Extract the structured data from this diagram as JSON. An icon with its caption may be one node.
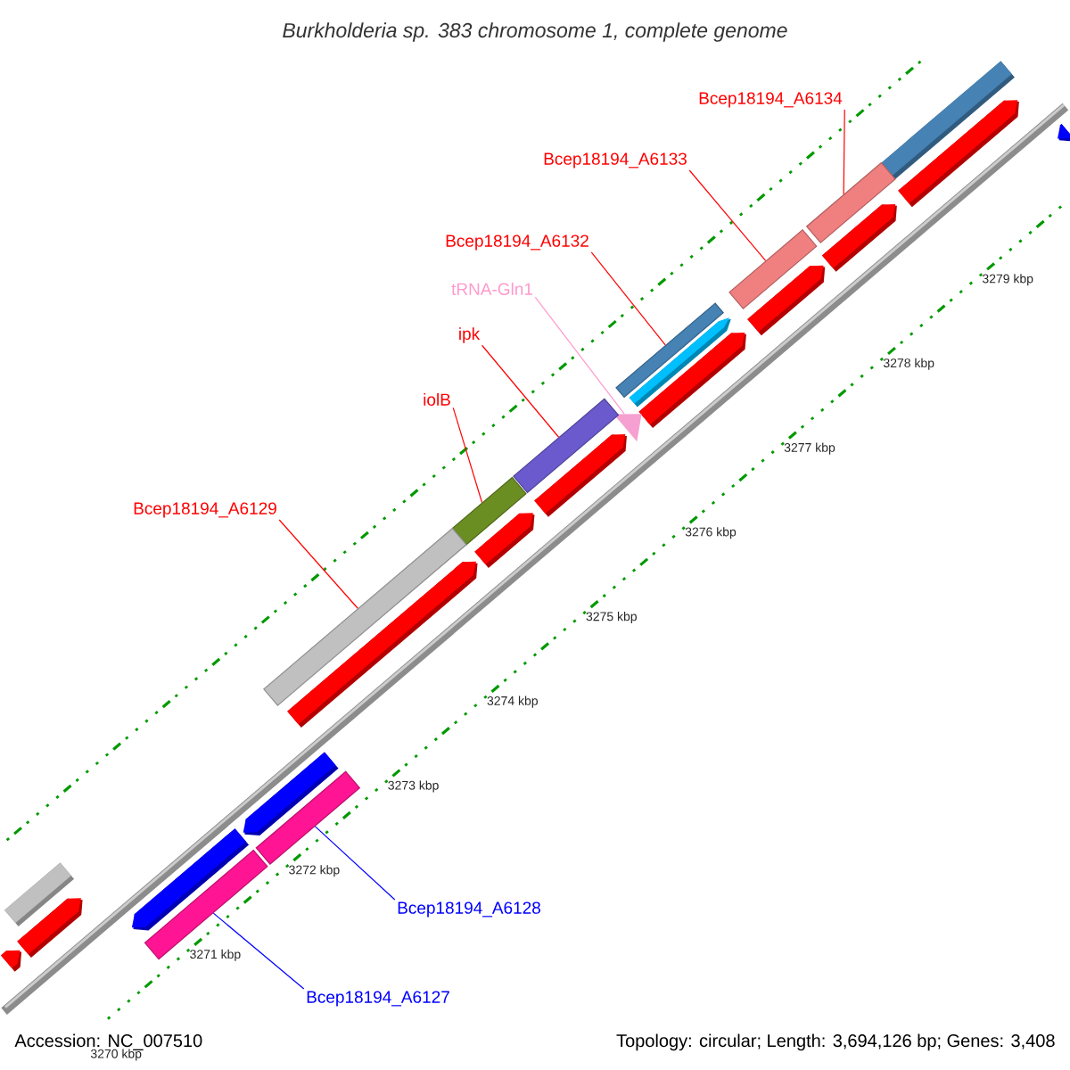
{
  "diagram": {
    "title": "Burkholderia sp. 383 chromosome 1, complete genome",
    "nodes": [
      {
        "text": [
          "Bcep18194_A6134"
        ]
      },
      {
        "text": [
          "Bcep18194_A6133"
        ]
      },
      {
        "text": [
          "Bcep18194_A6132"
        ]
      },
      {
        "text": [
          "tRNA-Gln1"
        ]
      },
      {
        "text": [
          "ipk"
        ]
      },
      {
        "text": [
          "iolB"
        ]
      },
      {
        "text": [
          "Bcep18194_A6129"
        ]
      },
      {
        "text": [
          "Bcep18194_A6128"
        ]
      },
      {
        "text": [
          "Bcep18194_A6127"
        ]
      },
      {
        "text": [],
        "shape": "bar"
      },
      {
        "text": [],
        "shape": "bar"
      },
      {
        "text": [],
        "shape": "bar"
      },
      {
        "text": [],
        "shape": "triangle"
      },
      {
        "text": [],
        "shape": "bar"
      },
      {
        "text": [],
        "shape": "bar"
      },
      {
        "text": [],
        "shape": "bar"
      },
      {
        "text": [],
        "shape": "bar"
      },
      {
        "text": [],
        "shape": "bar"
      }
    ],
    "edges": [
      {
        "from": 0,
        "to": 9,
        "arrow": "none"
      },
      {
        "from": 1,
        "to": 10,
        "arrow": "none"
      },
      {
        "from": 2,
        "to": 11,
        "arrow": "none"
      },
      {
        "from": 3,
        "to": 12,
        "arrow": "none",
        "color": "#ff99cc"
      },
      {
        "from": 4,
        "to": 13,
        "arrow": "none"
      },
      {
        "from": 5,
        "to": 14,
        "arrow": "none"
      },
      {
        "from": 6,
        "to": 15,
        "arrow": "none"
      },
      {
        "from": 7,
        "to": 16,
        "arrow": "none",
        "color": "#0000ff"
      },
      {
        "from": 8,
        "to": 17,
        "arrow": "none",
        "color": "#0000ff"
      }
    ],
    "labels": [
      "3279 kbp",
      "3278 kbp",
      "3277 kbp",
      "3276 kbp",
      "3275 kbp",
      "3274 kbp",
      "3273 kbp",
      "3272 kbp",
      "3271 kbp",
      "3270 kbp",
      "Accession: NC_007510",
      "Topology: circular; Length: 3,694,126 bp; Genes: 3,408"
    ]
  }
}
